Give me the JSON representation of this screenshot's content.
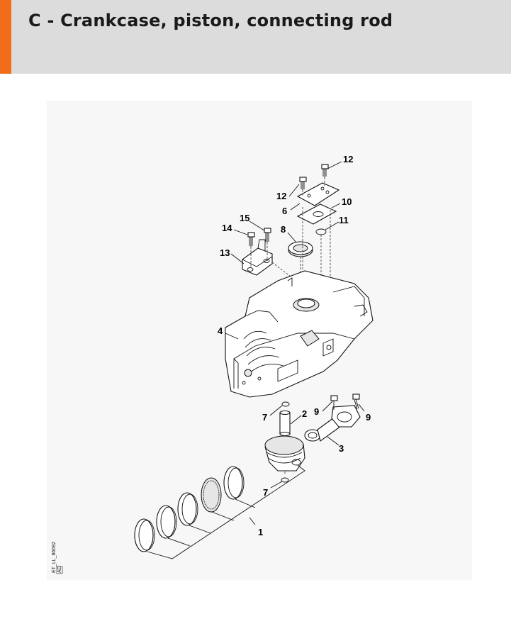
{
  "header": {
    "title": "C - Crankcase, piston, connecting rod",
    "accent_color": "#f06d1a",
    "background_color": "#dcdcdc"
  },
  "diagram": {
    "side_label_line1": "ET_LL_86692",
    "side_label_line2": "AD",
    "callouts": {
      "c1": "1",
      "c2": "2",
      "c3": "3",
      "c4": "4",
      "c6": "6",
      "c7a": "7",
      "c7b": "7",
      "c8": "8",
      "c9a": "9",
      "c9b": "9",
      "c10": "10",
      "c11": "11",
      "c12a": "12",
      "c12b": "12",
      "c13": "13",
      "c14": "14",
      "c15": "15"
    }
  }
}
